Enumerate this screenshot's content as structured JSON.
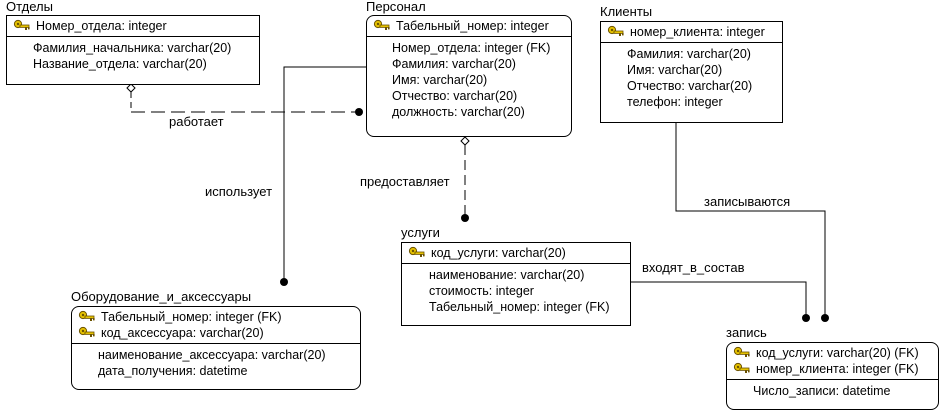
{
  "entities": {
    "otdely": {
      "title": "Отделы",
      "keys": [
        "Номер_отдела: integer"
      ],
      "attrs": [
        "Фамилия_начальника: varchar(20)",
        "Название_отдела: varchar(20)"
      ]
    },
    "personal": {
      "title": "Персонал",
      "keys": [
        "Табельный_номер: integer"
      ],
      "attrs": [
        "Номер_отдела: integer (FK)",
        "Фамилия: varchar(20)",
        "Имя: varchar(20)",
        "Отчество: varchar(20)",
        "должность: varchar(20)"
      ]
    },
    "klienty": {
      "title": "Клиенты",
      "keys": [
        "номер_клиента: integer"
      ],
      "attrs": [
        "Фамилия: varchar(20)",
        "Имя: varchar(20)",
        "Отчество: varchar(20)",
        "телефон: integer"
      ]
    },
    "uslugi": {
      "title": "услуги",
      "keys": [
        "код_услуги: varchar(20)"
      ],
      "attrs": [
        "наименование: varchar(20)",
        "стоимость: integer",
        "Табельный_номер: integer (FK)"
      ]
    },
    "oborudovanie": {
      "title": "Оборудование_и_аксессуары",
      "keys": [
        "Табельный_номер: integer (FK)",
        "код_аксессуара: varchar(20)"
      ],
      "attrs": [
        "наименование_аксессуара: varchar(20)",
        "дата_получения: datetime"
      ]
    },
    "zapis": {
      "title": "запись",
      "keys": [
        "код_услуги: varchar(20) (FK)",
        "номер_клиента: integer (FK)"
      ],
      "attrs": [
        "Число_записи: datetime"
      ]
    }
  },
  "relationships": {
    "rabotaet": "работает",
    "ispolzuet": "использует",
    "predostavlyaet": "предоставляет",
    "zapisyvayutsya": "записываются",
    "vhodyat": "входят_в_состав"
  },
  "key_icon": "key-icon"
}
